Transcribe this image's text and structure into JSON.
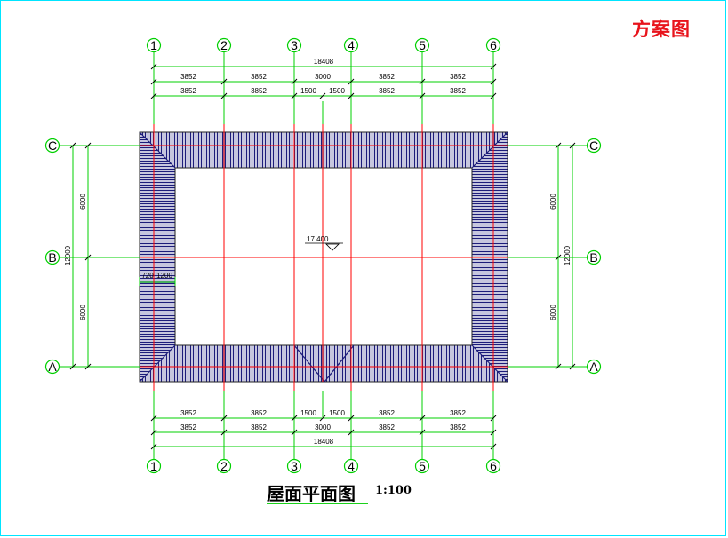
{
  "badge": "方案图",
  "title": "屋面平面图",
  "scale": "1:100",
  "axes": {
    "columns": [
      "1",
      "2",
      "3",
      "4",
      "5",
      "6"
    ],
    "rows": [
      "C",
      "B",
      "A"
    ]
  },
  "dimensions": {
    "overall": "18408",
    "bays_outer": [
      "3852",
      "3852",
      "3000",
      "3852",
      "3852"
    ],
    "bays_inner": [
      "3852",
      "3852",
      "1500",
      "1500",
      "3852",
      "3852"
    ],
    "vertical_total": "12000",
    "vertical_bays": [
      "6000",
      "6000"
    ],
    "eave_width": "720",
    "eave_depth": "1200",
    "elevation": "17.400"
  },
  "colors": {
    "axis_line": "#ff0000",
    "dimension_line": "#00d000",
    "roof_hatch": "#1c1c7a",
    "frame": "#00e5ff",
    "badge": "#e8141c"
  }
}
